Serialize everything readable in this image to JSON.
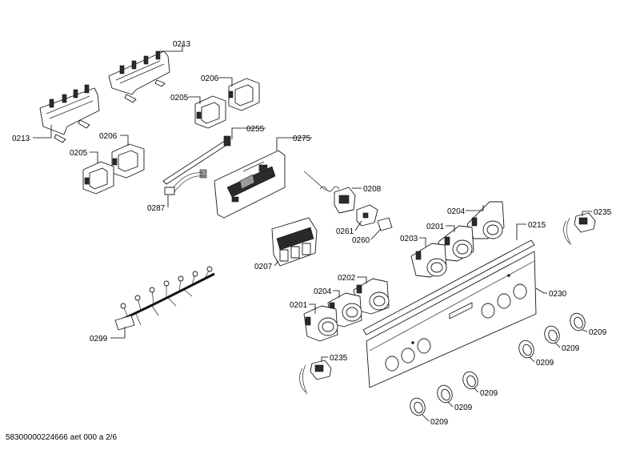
{
  "labels": {
    "l0213a": "0213",
    "l0213b": "0213",
    "l0206a": "0206",
    "l0205a": "0205",
    "l0206b": "0206",
    "l0205b": "0205",
    "l0255": "0255",
    "l0275": "0275",
    "l0287": "0287",
    "l0208": "0208",
    "l0261": "0261",
    "l0260": "0260",
    "l0204a": "0204",
    "l0201a": "0201",
    "l0215": "0215",
    "l0235a": "0235",
    "l0203": "0203",
    "l0207": "0207",
    "l0202": "0202",
    "l0204b": "0204",
    "l0201b": "0201",
    "l0230": "0230",
    "l0299": "0299",
    "l0209a": "0209",
    "l0209b": "0209",
    "l0209c": "0209",
    "l0209d": "0209",
    "l0209e": "0209",
    "l0209f": "0209",
    "l0235b": "0235"
  },
  "footer": "58300000224666 aet 000 a 2/6"
}
